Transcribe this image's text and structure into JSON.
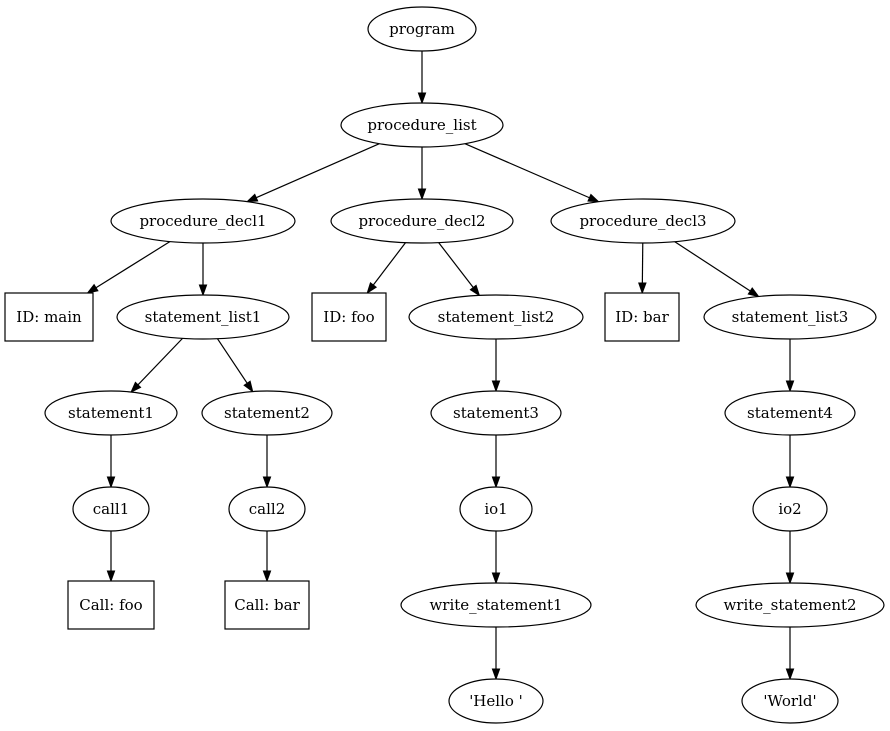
{
  "nodes": {
    "program": {
      "label": "program",
      "shape": "ellipse"
    },
    "procedure_list": {
      "label": "procedure_list",
      "shape": "ellipse"
    },
    "procedure_decl1": {
      "label": "procedure_decl1",
      "shape": "ellipse"
    },
    "procedure_decl2": {
      "label": "procedure_decl2",
      "shape": "ellipse"
    },
    "procedure_decl3": {
      "label": "procedure_decl3",
      "shape": "ellipse"
    },
    "id_main": {
      "label": "ID: main",
      "shape": "box"
    },
    "statement_list1": {
      "label": "statement_list1",
      "shape": "ellipse"
    },
    "id_foo": {
      "label": "ID: foo",
      "shape": "box"
    },
    "statement_list2": {
      "label": "statement_list2",
      "shape": "ellipse"
    },
    "id_bar": {
      "label": "ID: bar",
      "shape": "box"
    },
    "statement_list3": {
      "label": "statement_list3",
      "shape": "ellipse"
    },
    "statement1": {
      "label": "statement1",
      "shape": "ellipse"
    },
    "statement2": {
      "label": "statement2",
      "shape": "ellipse"
    },
    "statement3": {
      "label": "statement3",
      "shape": "ellipse"
    },
    "statement4": {
      "label": "statement4",
      "shape": "ellipse"
    },
    "call1": {
      "label": "call1",
      "shape": "ellipse"
    },
    "call2": {
      "label": "call2",
      "shape": "ellipse"
    },
    "io1": {
      "label": "io1",
      "shape": "ellipse"
    },
    "io2": {
      "label": "io2",
      "shape": "ellipse"
    },
    "call_foo": {
      "label": "Call: foo",
      "shape": "box"
    },
    "call_bar": {
      "label": "Call: bar",
      "shape": "box"
    },
    "write_statement1": {
      "label": "write_statement1",
      "shape": "ellipse"
    },
    "write_statement2": {
      "label": "write_statement2",
      "shape": "ellipse"
    },
    "hello": {
      "label": "'Hello '",
      "shape": "ellipse"
    },
    "world": {
      "label": "'World'",
      "shape": "ellipse"
    }
  },
  "edges": [
    {
      "from": "program",
      "to": "procedure_list"
    },
    {
      "from": "procedure_list",
      "to": "procedure_decl1"
    },
    {
      "from": "procedure_list",
      "to": "procedure_decl2"
    },
    {
      "from": "procedure_list",
      "to": "procedure_decl3"
    },
    {
      "from": "procedure_decl1",
      "to": "id_main"
    },
    {
      "from": "procedure_decl1",
      "to": "statement_list1"
    },
    {
      "from": "procedure_decl2",
      "to": "id_foo"
    },
    {
      "from": "procedure_decl2",
      "to": "statement_list2"
    },
    {
      "from": "procedure_decl3",
      "to": "id_bar"
    },
    {
      "from": "procedure_decl3",
      "to": "statement_list3"
    },
    {
      "from": "statement_list1",
      "to": "statement1"
    },
    {
      "from": "statement_list1",
      "to": "statement2"
    },
    {
      "from": "statement_list2",
      "to": "statement3"
    },
    {
      "from": "statement_list3",
      "to": "statement4"
    },
    {
      "from": "statement1",
      "to": "call1"
    },
    {
      "from": "statement2",
      "to": "call2"
    },
    {
      "from": "statement3",
      "to": "io1"
    },
    {
      "from": "statement4",
      "to": "io2"
    },
    {
      "from": "call1",
      "to": "call_foo"
    },
    {
      "from": "call2",
      "to": "call_bar"
    },
    {
      "from": "io1",
      "to": "write_statement1"
    },
    {
      "from": "io2",
      "to": "write_statement2"
    },
    {
      "from": "write_statement1",
      "to": "hello"
    },
    {
      "from": "write_statement2",
      "to": "world"
    }
  ]
}
